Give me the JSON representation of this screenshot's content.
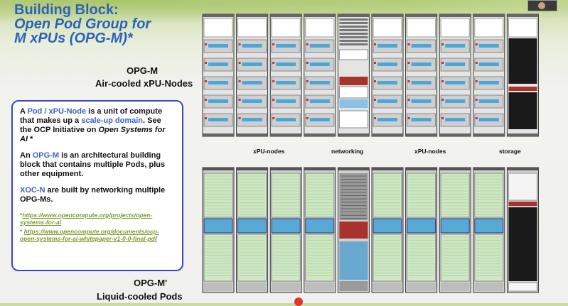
{
  "slide": {
    "title_line1": "Building Block:",
    "title_line2": "Open Pod Group for",
    "title_line3": "M xPUs (OPG-M)*",
    "air_label_1": "OPG-M",
    "air_label_2": "Air-cooled xPU-Nodes",
    "liquid_label_1": "OPG-M'",
    "liquid_label_2": "Liquid-cooled Pods"
  },
  "infobox": {
    "p1_a": "A ",
    "p1_term1": "Pod / xPU-Node",
    "p1_b": " is a unit of compute that makes up a ",
    "p1_term2": "scale-up domain",
    "p1_c": ". See the OCP Initiative on ",
    "p1_ital": "Open Systems for AI",
    "p1_d": " *",
    "p2_a": "An ",
    "p2_term": "OPG-M",
    "p2_b": " is an architectural building block that contains multiple Pods, plus other equipment.",
    "p3_term": "XOC-N",
    "p3_b": " are built by networking multiple OPG-Ms.",
    "ref1_mark": "*",
    "ref1_link": "https://www.opencompute.org/projects/open-systems-for-ai",
    "ref2_mark": "* ",
    "ref2_link": "https://www.opencompute.org/documents/ocp-open-systems-for-ai-whitepaper-v1-0-0-final-pdf"
  },
  "air_rack_captions": {
    "xpu_left": "xPU-nodes",
    "networking": "networking",
    "xpu_right": "xPU-nodes",
    "storage": "storage"
  },
  "colors": {
    "title_blue": "#2b63b8",
    "box_border": "#3a49b8",
    "link_green": "#7a9a2b",
    "network_red": "#a8332c",
    "liquid_green": "#cfe8c4",
    "liquid_blue": "#58a9d6",
    "storage_black": "#1a1a1a"
  }
}
